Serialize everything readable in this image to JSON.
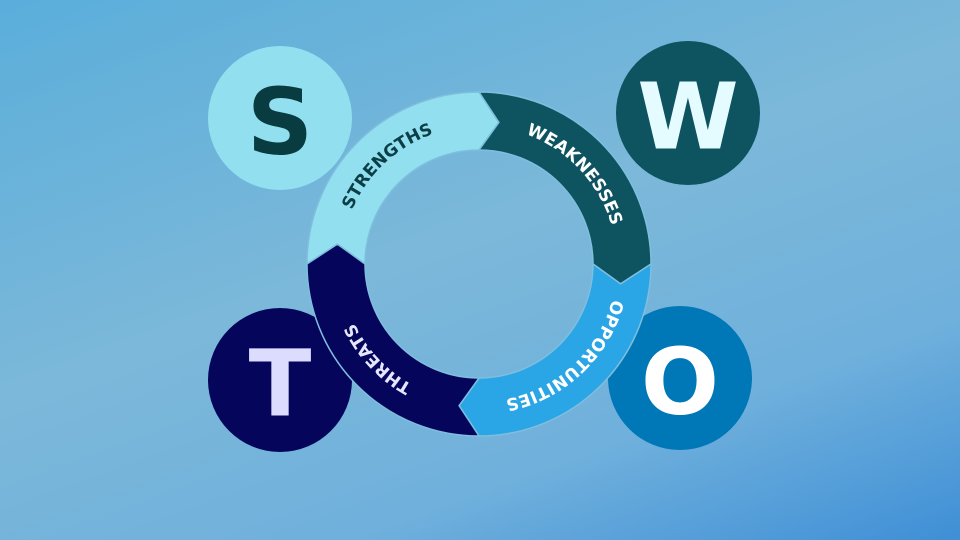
{
  "segments": [
    {
      "key": "s",
      "letter": "S",
      "label": "STRENGTHS",
      "color": "#92dff0",
      "letter_color": "#083c40",
      "text_color": "#0b3f45"
    },
    {
      "key": "w",
      "letter": "W",
      "label": "WEAKNESSES",
      "color": "#0d5360",
      "letter_color": "#e4fbff",
      "text_color": "#ffffff"
    },
    {
      "key": "o",
      "letter": "O",
      "label": "OPPORTUNITIES",
      "color": "#2aa5e6",
      "letter_color": "#ffffff",
      "text_color": "#ffffff",
      "blob_color": "#0077b6"
    },
    {
      "key": "t",
      "letter": "T",
      "label": "THREATS",
      "color": "#05055c",
      "letter_color": "#dcdcff",
      "text_color": "#e6e6ff"
    }
  ]
}
